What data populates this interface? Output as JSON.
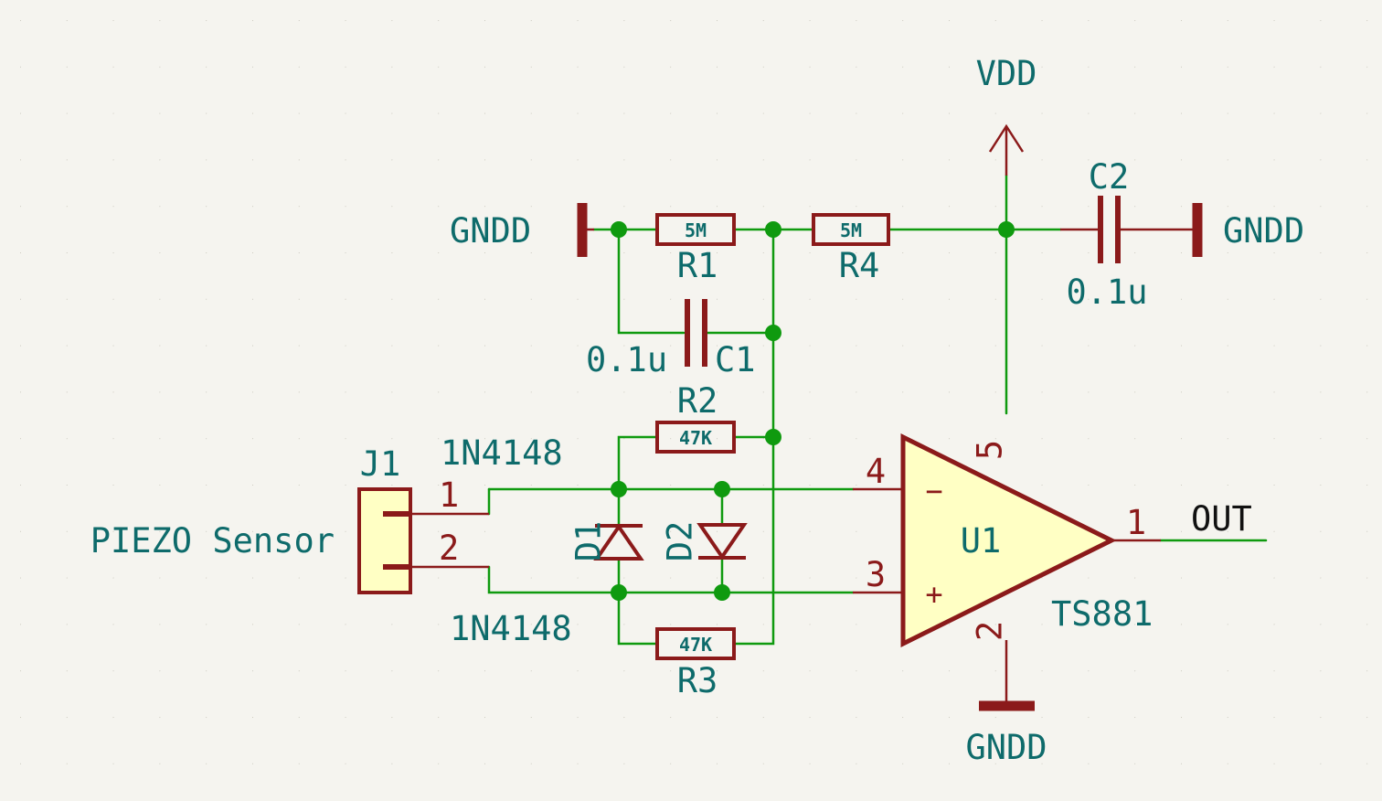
{
  "components": {
    "J1": {
      "ref": "J1",
      "value": "PIEZO Sensor",
      "pins": [
        "1",
        "2"
      ]
    },
    "R1": {
      "ref": "R1",
      "value": "5M"
    },
    "R4": {
      "ref": "R4",
      "value": "5M"
    },
    "R2": {
      "ref": "R2",
      "value": "47K"
    },
    "R3": {
      "ref": "R3",
      "value": "47K"
    },
    "C1": {
      "ref": "C1",
      "value": "0.1u"
    },
    "C2": {
      "ref": "C2",
      "value": "0.1u"
    },
    "D1": {
      "ref": "D1",
      "value": "1N4148"
    },
    "D2": {
      "ref": "D2",
      "value": "1N4148"
    },
    "U1": {
      "ref": "U1",
      "value": "TS881",
      "pins": {
        "inv": "4",
        "noninv": "3",
        "vdd": "5",
        "gnd": "2",
        "out": "1"
      },
      "inv_symbol": "−",
      "noninv_symbol": "+"
    }
  },
  "power": {
    "vdd": "VDD",
    "gnd_left": "GNDD",
    "gnd_right": "GNDD",
    "gnd_bottom": "GNDD"
  },
  "nets": {
    "out": "OUT"
  },
  "colors": {
    "background": "#f5f4ef",
    "wire": "#0f9a0f",
    "component": "#8b1a1a",
    "component_fill": "#ffffc4",
    "label": "#0e6b6b",
    "net_label": "#111111"
  }
}
